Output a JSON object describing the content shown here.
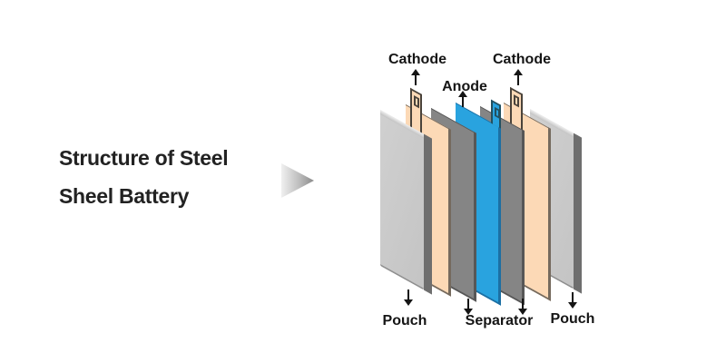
{
  "title": {
    "line1": "Structure of Steel",
    "line2": "Sheel Battery"
  },
  "arrow": {
    "direction": "right"
  },
  "diagram": {
    "top_callouts": [
      {
        "label": "Cathode"
      },
      {
        "label": "Anode"
      },
      {
        "label": "Cathode"
      }
    ],
    "bottom_callouts": [
      {
        "label": "Pouch"
      },
      {
        "label": "Separator"
      },
      {
        "label": "Pouch"
      }
    ],
    "layers": [
      {
        "name": "pouch-left",
        "role": "Pouch",
        "color": "#c7c7c7",
        "tab": false
      },
      {
        "name": "cathode-left",
        "role": "Cathode",
        "color": "#fcd9b6",
        "tab": true
      },
      {
        "name": "separator-left",
        "role": "Separator",
        "color": "#858585",
        "tab": false
      },
      {
        "name": "anode",
        "role": "Anode",
        "color": "#29a3df",
        "tab": true
      },
      {
        "name": "separator-right",
        "role": "Separator",
        "color": "#858585",
        "tab": false
      },
      {
        "name": "cathode-right",
        "role": "Cathode",
        "color": "#fcd9b6",
        "tab": true
      },
      {
        "name": "pouch-right",
        "role": "Pouch",
        "color": "#c7c7c7",
        "tab": false
      }
    ],
    "colors": {
      "pouch_side": "#6e6e6e",
      "separator_edge": "#575757",
      "cathode_edge": "#756a5e",
      "anode_edge": "#1c6fa3",
      "callout_text": "#151515",
      "big_arrow_start": "#f0f0f0",
      "big_arrow_end": "#8a8a8a",
      "title_text": "#222222",
      "background": "#ffffff"
    }
  }
}
